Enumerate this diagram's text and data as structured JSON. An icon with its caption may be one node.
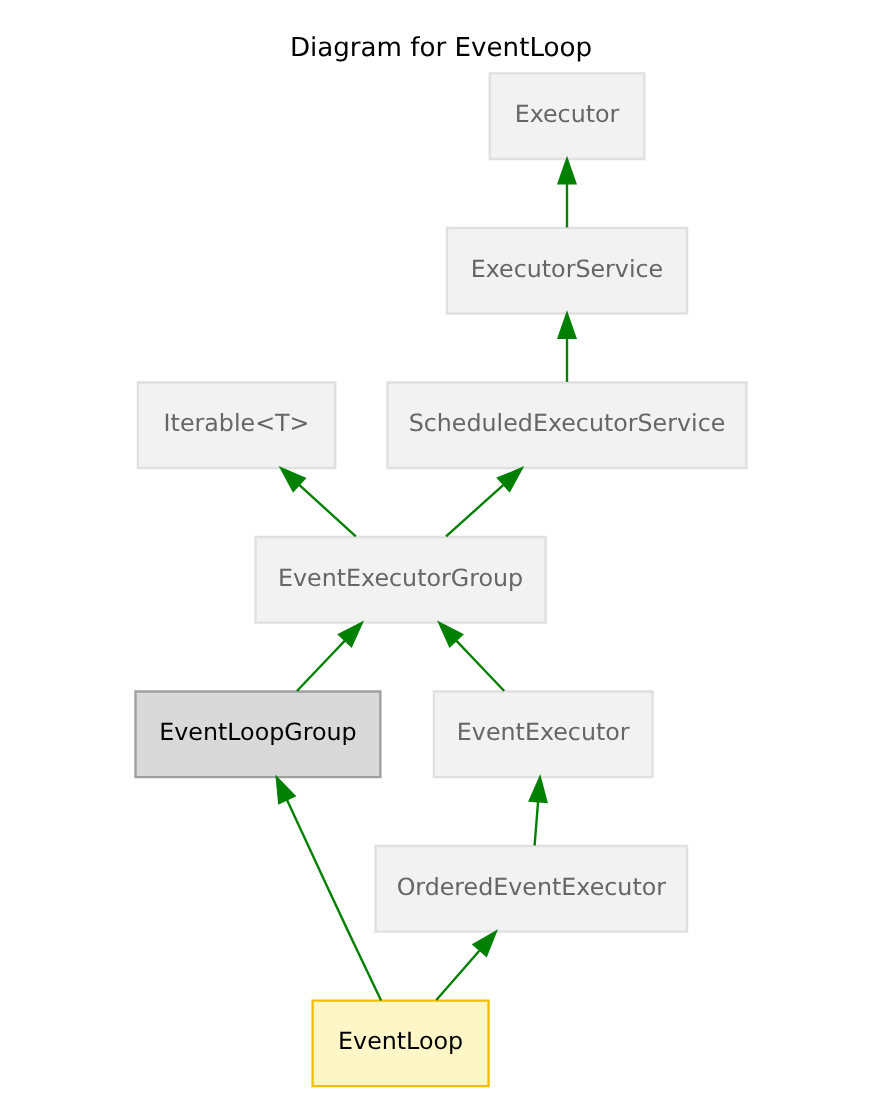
{
  "diagram": {
    "title": "Diagram for EventLoop",
    "nodes": [
      {
        "text": [
          "Executor"
        ]
      },
      {
        "text": [
          "ExecutorService"
        ]
      },
      {
        "text": [
          "Iterable<T>"
        ]
      },
      {
        "text": [
          "ScheduledExecutorService"
        ]
      },
      {
        "text": [
          "EventExecutorGroup"
        ]
      },
      {
        "text": [
          "EventExecutor"
        ]
      },
      {
        "text": [
          "EventLoopGroup"
        ]
      },
      {
        "text": [
          "OrderedEventExecutor"
        ]
      },
      {
        "text": [
          "EventLoop"
        ]
      }
    ],
    "edges": [
      {
        "from": 1,
        "to": 0,
        "arrow": "to"
      },
      {
        "from": 3,
        "to": 1,
        "arrow": "to"
      },
      {
        "from": 4,
        "to": 2,
        "arrow": "to"
      },
      {
        "from": 4,
        "to": 3,
        "arrow": "to"
      },
      {
        "from": 5,
        "to": 4,
        "arrow": "to"
      },
      {
        "from": 6,
        "to": 4,
        "arrow": "to"
      },
      {
        "from": 7,
        "to": 5,
        "arrow": "to"
      },
      {
        "from": 8,
        "to": 7,
        "arrow": "to"
      },
      {
        "from": 8,
        "to": 6,
        "arrow": "to"
      }
    ]
  }
}
